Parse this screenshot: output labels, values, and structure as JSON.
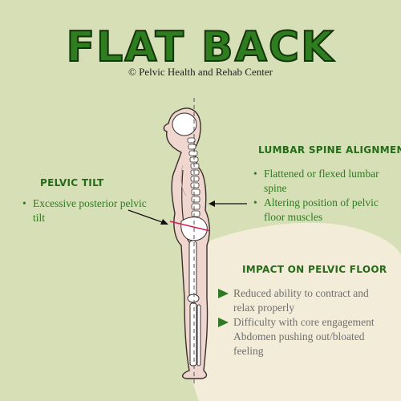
{
  "title": "FLAT BACK",
  "copyright": "© Pelvic Health and Rehab Center",
  "pelvic_tilt": {
    "heading": "PELVIC TILT",
    "items": [
      "Excessive posterior pelvic tilt"
    ]
  },
  "lumbar": {
    "heading": "LUMBAR SPINE ALIGNMENT",
    "items": [
      "Flattened or flexed lumbar spine",
      "Altering position of pelvic floor muscles"
    ]
  },
  "impact": {
    "heading": "IMPACT ON PELVIC FLOOR",
    "items": [
      "Reduced ability to contract and relax properly",
      "Difficulty with core engagement",
      "Abdomen pushing out/bloated feeling"
    ]
  },
  "colors": {
    "background": "#d6dfb6",
    "title_green": "#2e7d1e",
    "text_green": "#2f7a22",
    "body_skin": "#efd6cf",
    "pelvis_line": "#d2245a",
    "impact_blob": "#f3ecd9"
  }
}
